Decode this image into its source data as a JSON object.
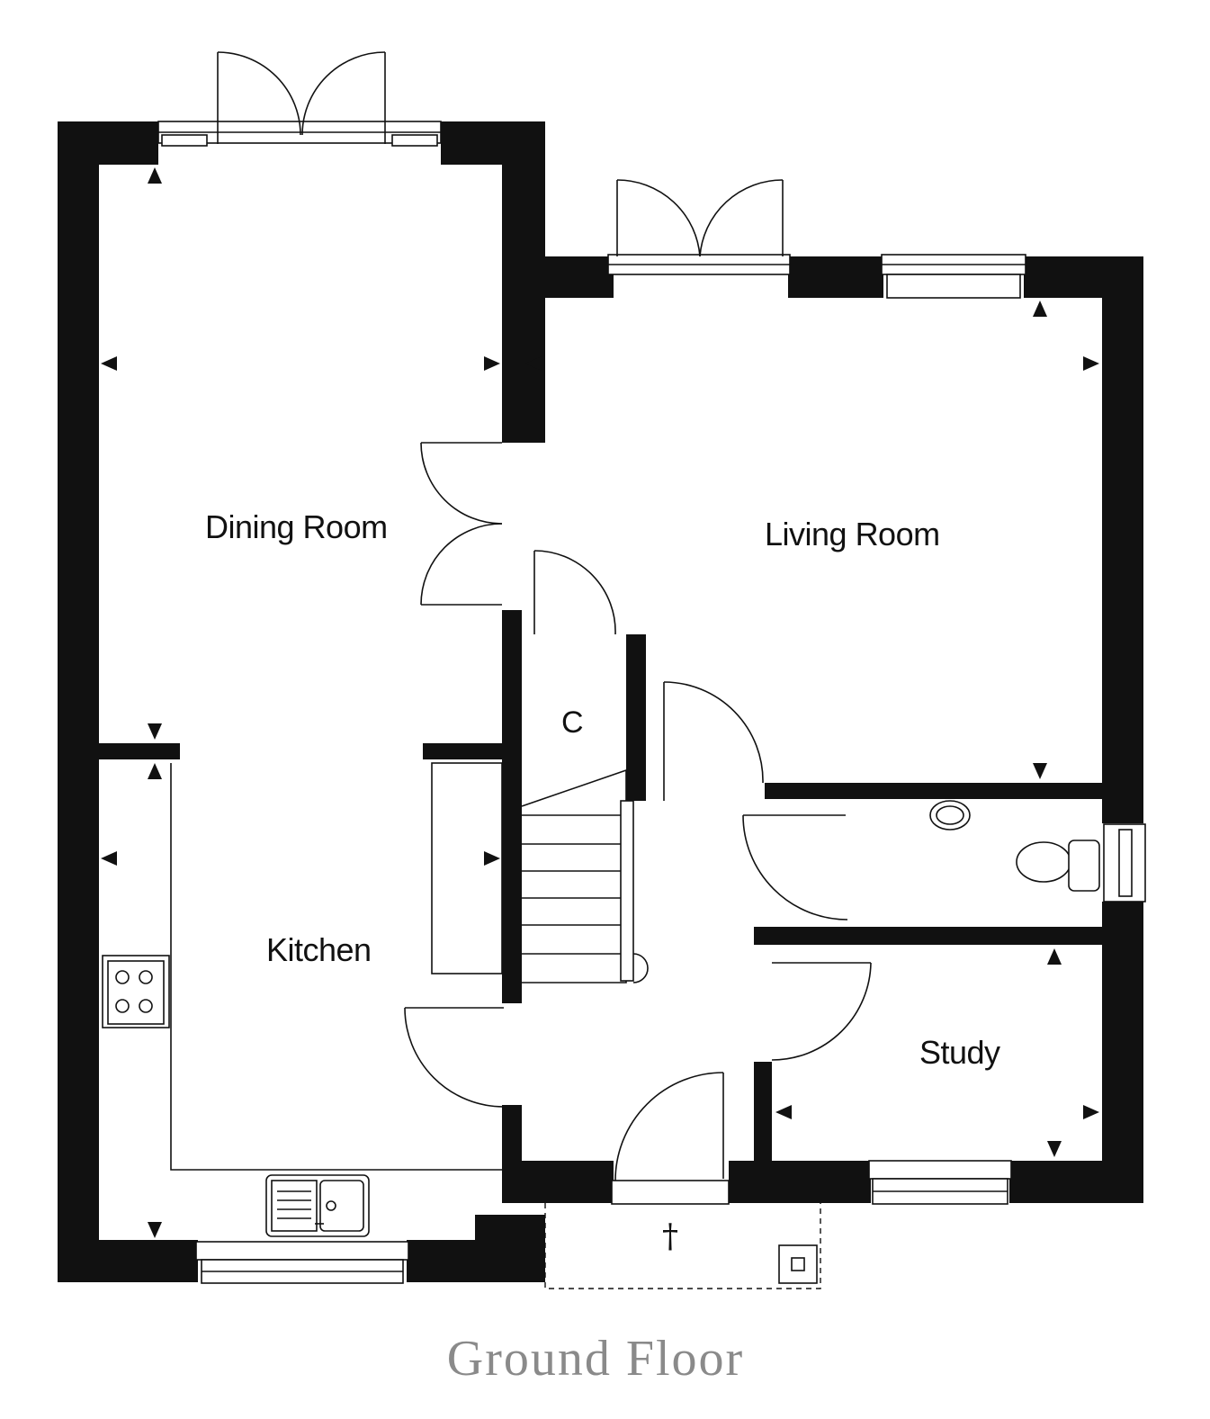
{
  "floor_title": "Ground Floor",
  "rooms": {
    "dining": "Dining Room",
    "living": "Living Room",
    "kitchen": "Kitchen",
    "cupboard": "C",
    "study": "Study"
  },
  "porch_symbol": "†",
  "colors": {
    "wall": "#111111",
    "title": "#8a8a8a"
  }
}
